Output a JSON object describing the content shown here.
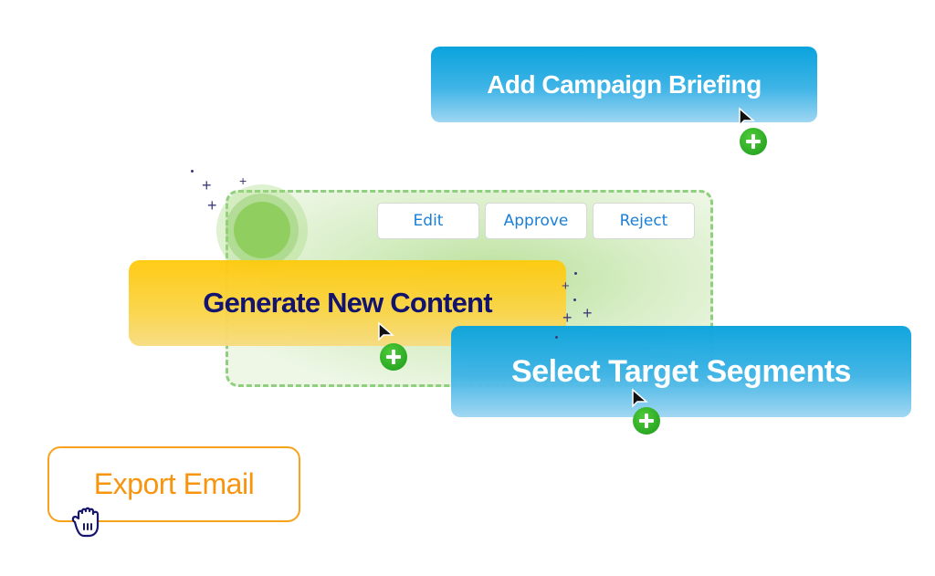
{
  "actions": {
    "add_campaign_briefing": "Add Campaign Briefing",
    "generate_new_content": "Generate New Content",
    "select_target_segments": "Select Target Segments",
    "export_email": "Export Email"
  },
  "review_toolbar": {
    "edit": "Edit",
    "approve": "Approve",
    "reject": "Reject"
  },
  "colors": {
    "blue": "#0aa3dd",
    "yellow": "#ffca0d",
    "green": "#8fcf7f",
    "orange": "#f7a21b",
    "navy": "#0b0b6b"
  },
  "icons": {
    "cursor": "arrow-cursor-icon",
    "add_badge": "plus-circle-icon",
    "hand": "grab-hand-icon"
  }
}
